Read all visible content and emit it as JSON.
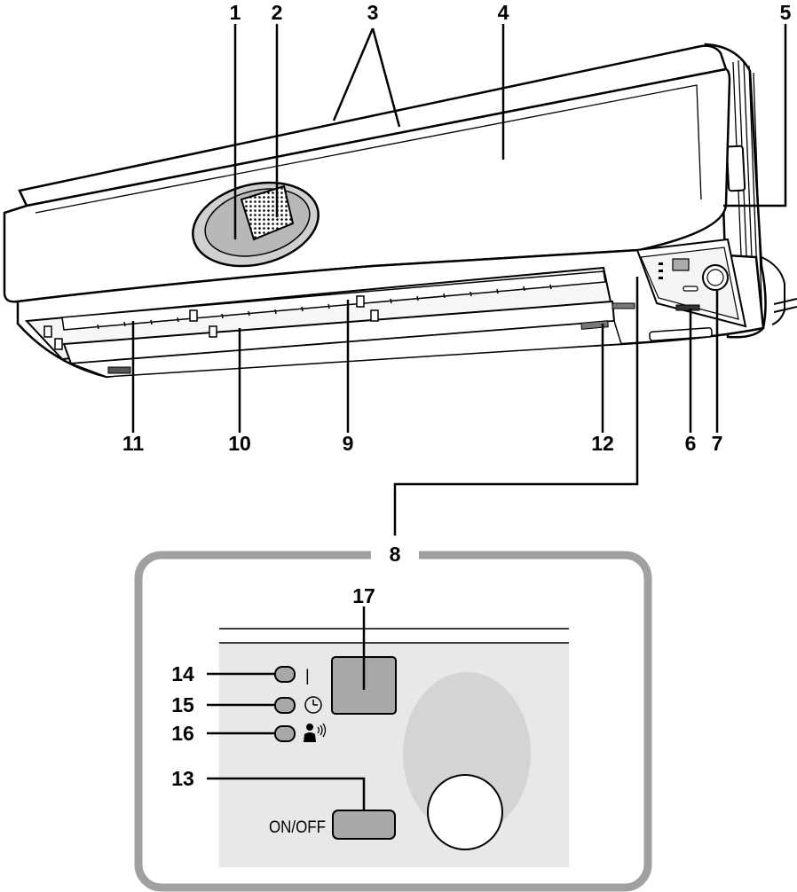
{
  "callouts": {
    "c1": "1",
    "c2": "2",
    "c3": "3",
    "c4": "4",
    "c5": "5",
    "c6": "6",
    "c7": "7",
    "c8": "8",
    "c9": "9",
    "c10": "10",
    "c11": "11",
    "c12": "12",
    "c13": "13",
    "c14": "14",
    "c15": "15",
    "c16": "16",
    "c17": "17"
  },
  "panel": {
    "onoff_label": "ON/OFF",
    "indicator_14_symbol": "|"
  },
  "colors": {
    "panel_face": "#e8e8e8",
    "button_gray": "#a8a8a8",
    "frame_gray": "#a0a0a0",
    "lens_gray": "#d4d4d4"
  }
}
